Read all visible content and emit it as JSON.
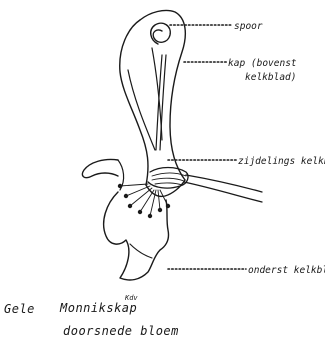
{
  "labels": {
    "spoor": "spoor",
    "kap_line1": "kap (bovenst",
    "kap_line2": "kelkblad)",
    "zijdelings": "zijdelings kelkblad",
    "onderst": "onderst kelkblad"
  },
  "caption": {
    "line1_word1": "Gele",
    "line1_word2": "Monnikskap",
    "line2": "doorsnede bloem"
  },
  "signature": "Kdv"
}
